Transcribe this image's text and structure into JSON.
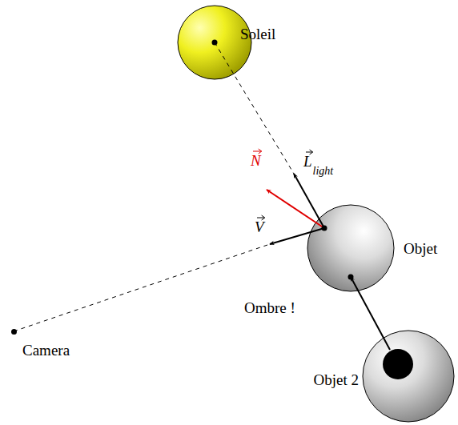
{
  "diagram": {
    "nodes": [
      {
        "text": [
          "Soleil"
        ]
      },
      {
        "text": [
          "Objet"
        ]
      },
      {
        "text": [
          "Camera"
        ]
      },
      {
        "text": [
          "Objet 2"
        ]
      }
    ],
    "edges": [
      {
        "from": 0,
        "to": 1,
        "arrow": "none"
      },
      {
        "from": 2,
        "to": 1,
        "arrow": "none"
      },
      {
        "from": 3,
        "to": 1,
        "arrow": "to"
      }
    ],
    "labels": [
      "N",
      "L",
      "light",
      "V",
      "Ombre !"
    ]
  }
}
